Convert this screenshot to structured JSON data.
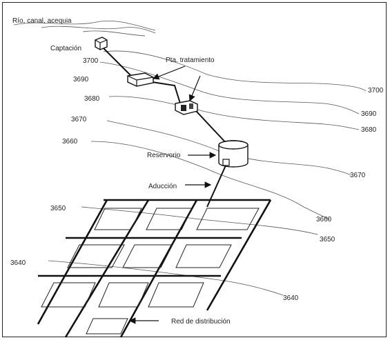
{
  "labels": {
    "source": "Río, canal, acequia",
    "intake": "Captación",
    "treatment": "Pta. tratamiento",
    "reservoir": "Reservorio",
    "conduit": "Aducción",
    "network": "Red de distribución"
  },
  "elevations": {
    "e3700_left": "3700",
    "e3690_left": "3690",
    "e3680_left": "3680",
    "e3670_left": "3670",
    "e3660_left": "3660",
    "e3650_left": "3650",
    "e3640_left": "3640",
    "e3700_right": "3700",
    "e3690_right": "3690",
    "e3680_right": "3680",
    "e3670_right": "3670",
    "e3660_right": "3660",
    "e3650_right": "3650",
    "e3640_right": "3640"
  }
}
